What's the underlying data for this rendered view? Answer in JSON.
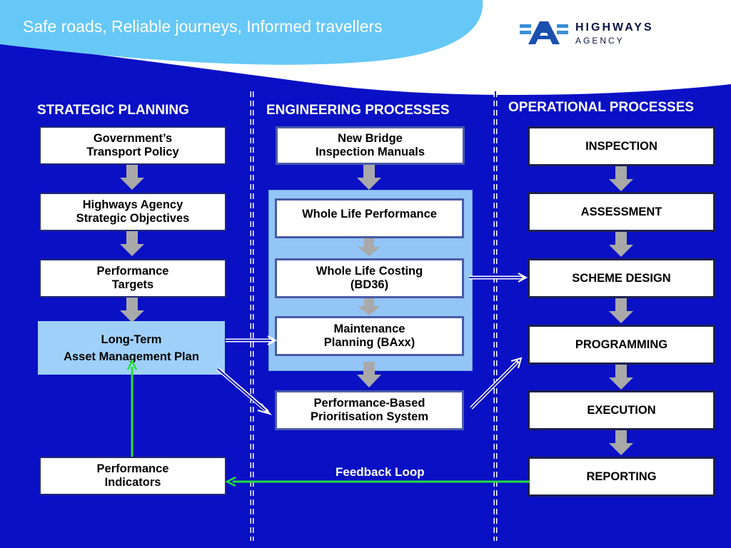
{
  "header": {
    "tagline": "Safe roads, Reliable journeys, Informed travellers",
    "logo_title": "HIGHWAYS",
    "logo_subtitle": "AGENCY"
  },
  "columns": {
    "strategic": "STRATEGIC PLANNING",
    "engineering": "ENGINEERING PROCESSES",
    "operational": "OPERATIONAL PROCESSES"
  },
  "strategic": {
    "gov_policy": "Government’s\nTransport Policy",
    "ha_objectives": "Highways Agency\nStrategic Objectives",
    "perf_targets": "Performance\nTargets",
    "ltamp": "Long-Term\nAsset Management Plan",
    "perf_indicators": "Performance\nIndicators"
  },
  "engineering": {
    "bridge_manuals": "New Bridge\nInspection Manuals",
    "whole_life_perf": "Whole Life Performance",
    "whole_life_costing": "Whole Life Costing\n(BD36)",
    "maintenance_planning": "Maintenance\nPlanning (BAxx)",
    "pbps": "Performance-Based\nPrioritisation System"
  },
  "operational": {
    "inspection": "INSPECTION",
    "assessment": "ASSESSMENT",
    "scheme_design": "SCHEME DESIGN",
    "programming": "PROGRAMMING",
    "execution": "EXECUTION",
    "reporting": "REPORTING"
  },
  "feedback_label": "Feedback Loop",
  "colors": {
    "background": "#0a10c4",
    "banner": "#66c8f7",
    "panel": "#93c5f7",
    "feedback_arrow": "#22e23a",
    "down_arrow": "#a9a9a9"
  }
}
